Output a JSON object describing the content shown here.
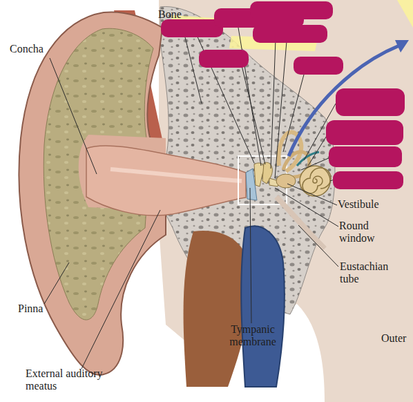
{
  "diagram": {
    "labels": [
      "Bone",
      "Concha",
      "Vestibule",
      "Round window",
      "Eustachian tube",
      "Pinna",
      "Tympanic membrane",
      "Outer",
      "External auditory meatus"
    ]
  }
}
